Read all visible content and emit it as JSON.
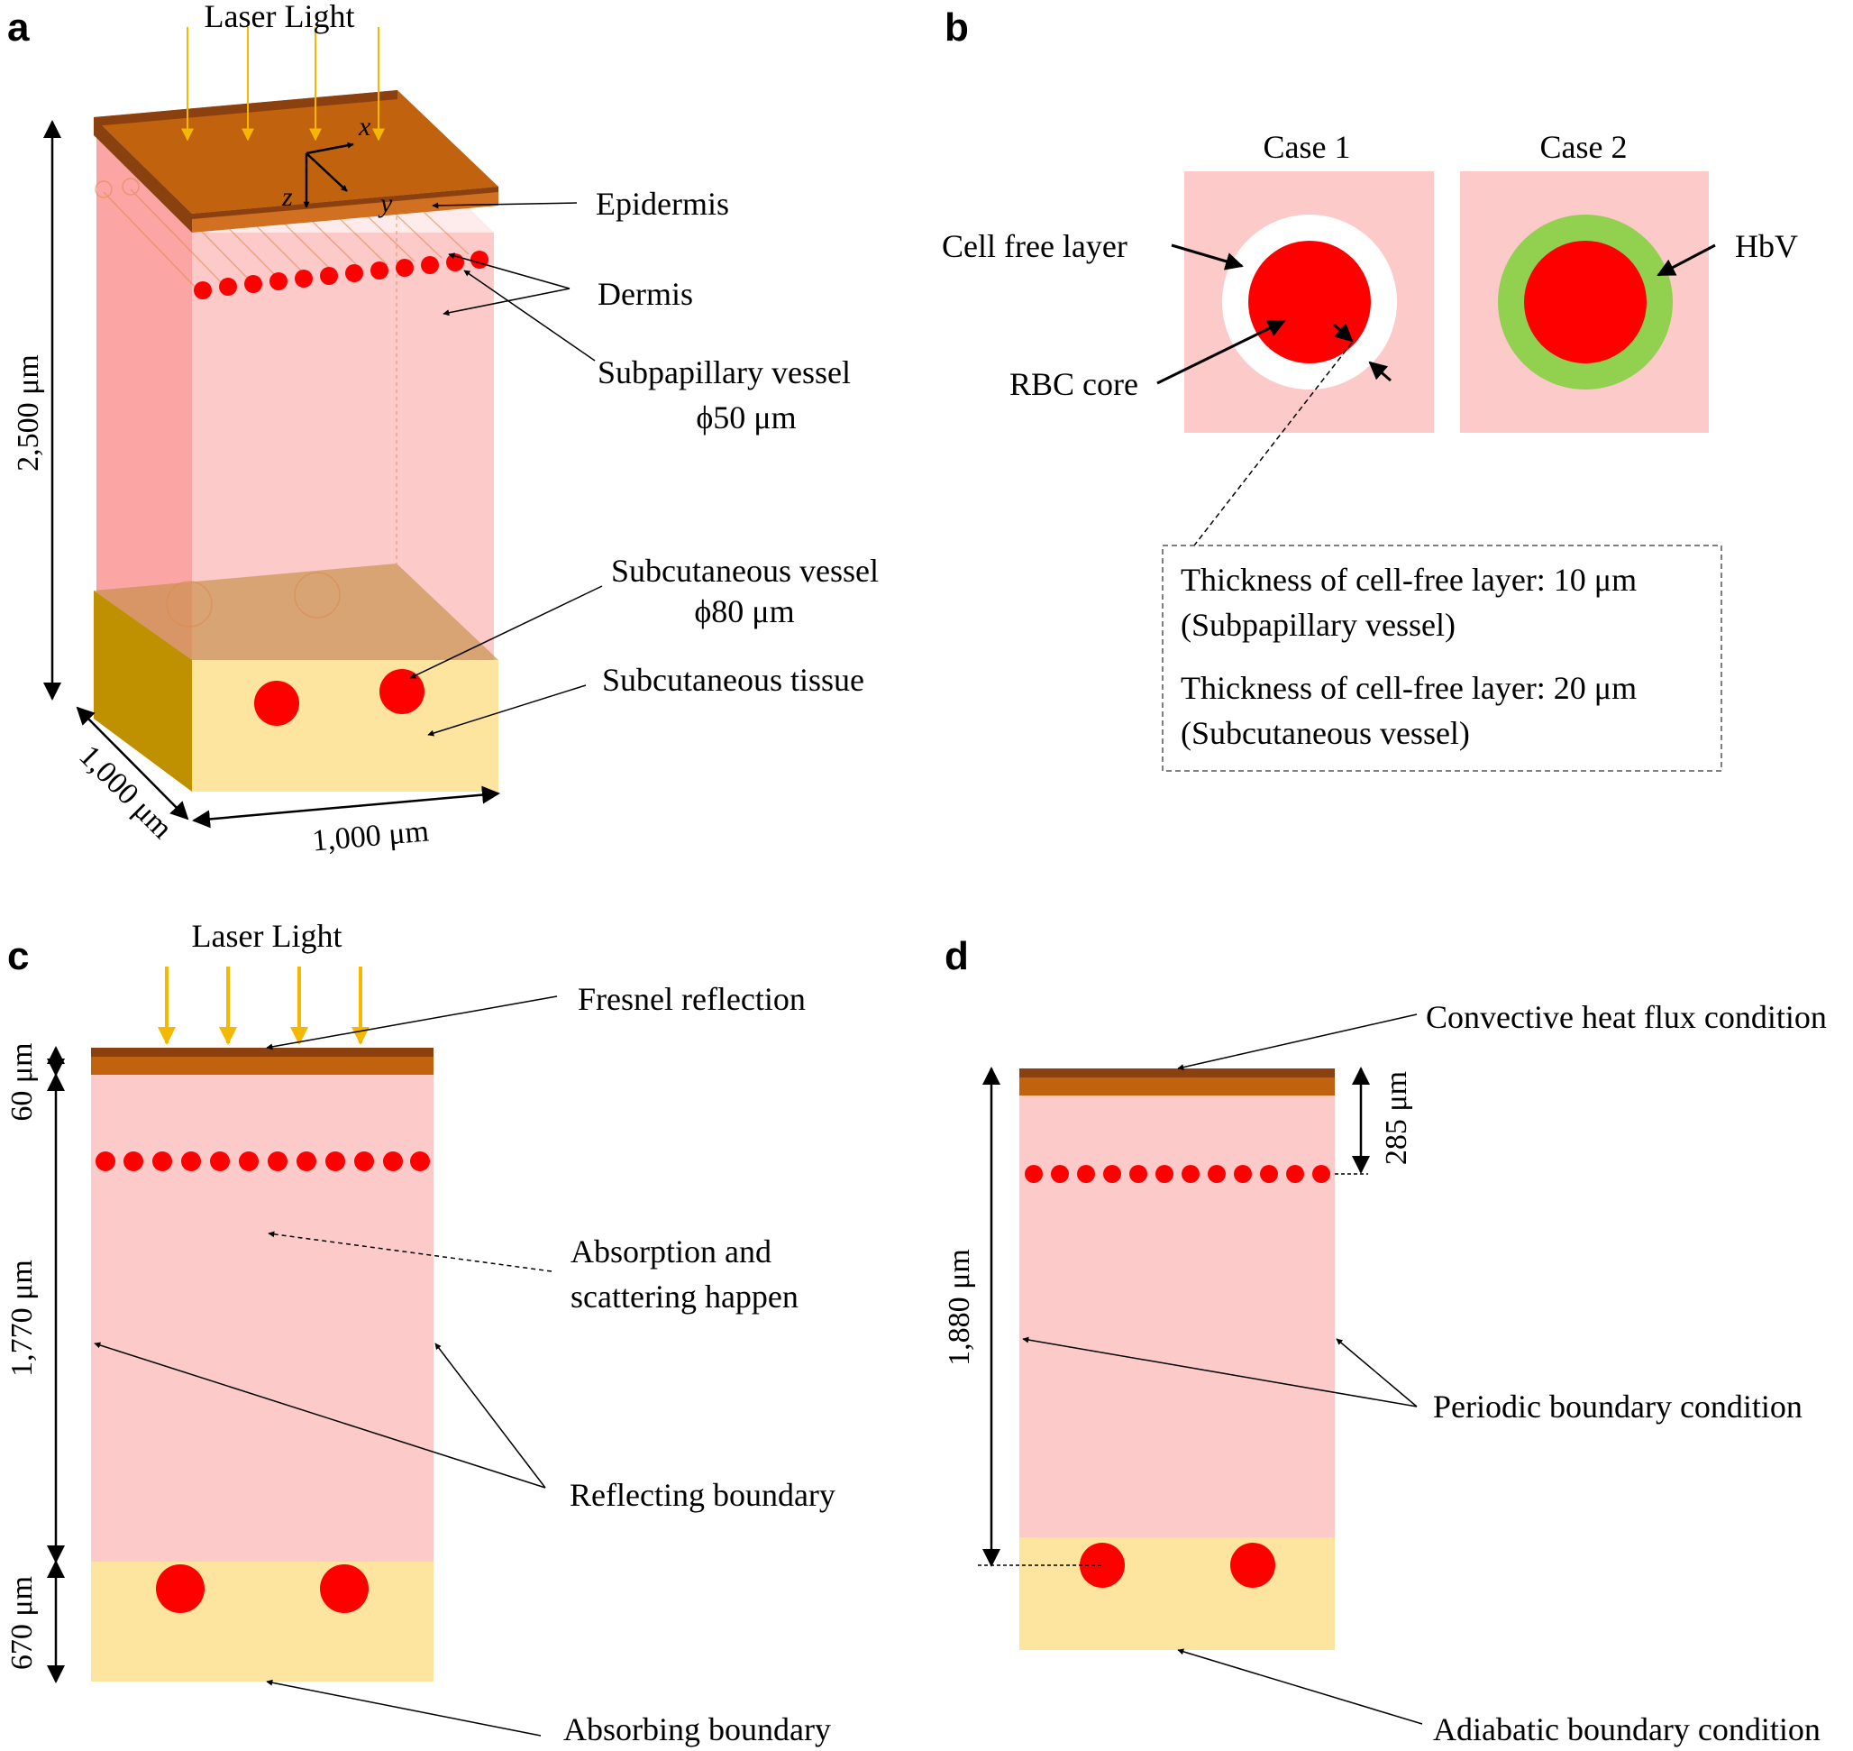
{
  "panels": {
    "a": "a",
    "b": "b",
    "c": "c",
    "d": "d"
  },
  "colors": {
    "epidermis_dark": "#8b4010",
    "epidermis": "#c0620e",
    "dermis": "#fdcaca",
    "subcutaneous": "#fde5a0",
    "vessel": "#ff0000",
    "hbv": "#92d050",
    "cell_free": "#ffffff",
    "laser": "#f5b800"
  },
  "panel_a": {
    "laser": "Laser Light",
    "epidermis": "Epidermis",
    "dermis": "Dermis",
    "subpapillary_1": "Subpapillary vessel",
    "subpapillary_2": "ϕ50 μm",
    "subcutaneous_vessel_1": "Subcutaneous vessel",
    "subcutaneous_vessel_2": "ϕ80 μm",
    "subcutaneous_tissue": "Subcutaneous tissue",
    "height": "2,500 μm",
    "depth": "1,000 μm",
    "width": "1,000 μm",
    "axis_x": "x",
    "axis_y": "y",
    "axis_z": "z"
  },
  "panel_b": {
    "case1": "Case 1",
    "case2": "Case 2",
    "cell_free_layer": "Cell free layer",
    "rbc_core": "RBC core",
    "hbv": "HbV",
    "note_1a": "Thickness of cell-free layer: 10 μm",
    "note_1b": "(Subpapillary vessel)",
    "note_2a": "Thickness of cell-free layer: 20 μm",
    "note_2b": "(Subcutaneous vessel)"
  },
  "panel_c": {
    "laser": "Laser Light",
    "fresnel": "Fresnel reflection",
    "absorption_1": "Absorption and",
    "absorption_2": "scattering happen",
    "reflecting": "Reflecting boundary",
    "absorbing": "Absorbing boundary",
    "dim_epidermis": "60 μm",
    "dim_dermis": "1,770 μm",
    "dim_subcutaneous": "670 μm"
  },
  "panel_d": {
    "convective": "Convective heat flux condition",
    "periodic": "Periodic boundary condition",
    "adiabatic": "Adiabatic boundary condition",
    "dim_subpapillary": "285 μm",
    "dim_subcutaneous": "1,880 μm"
  }
}
